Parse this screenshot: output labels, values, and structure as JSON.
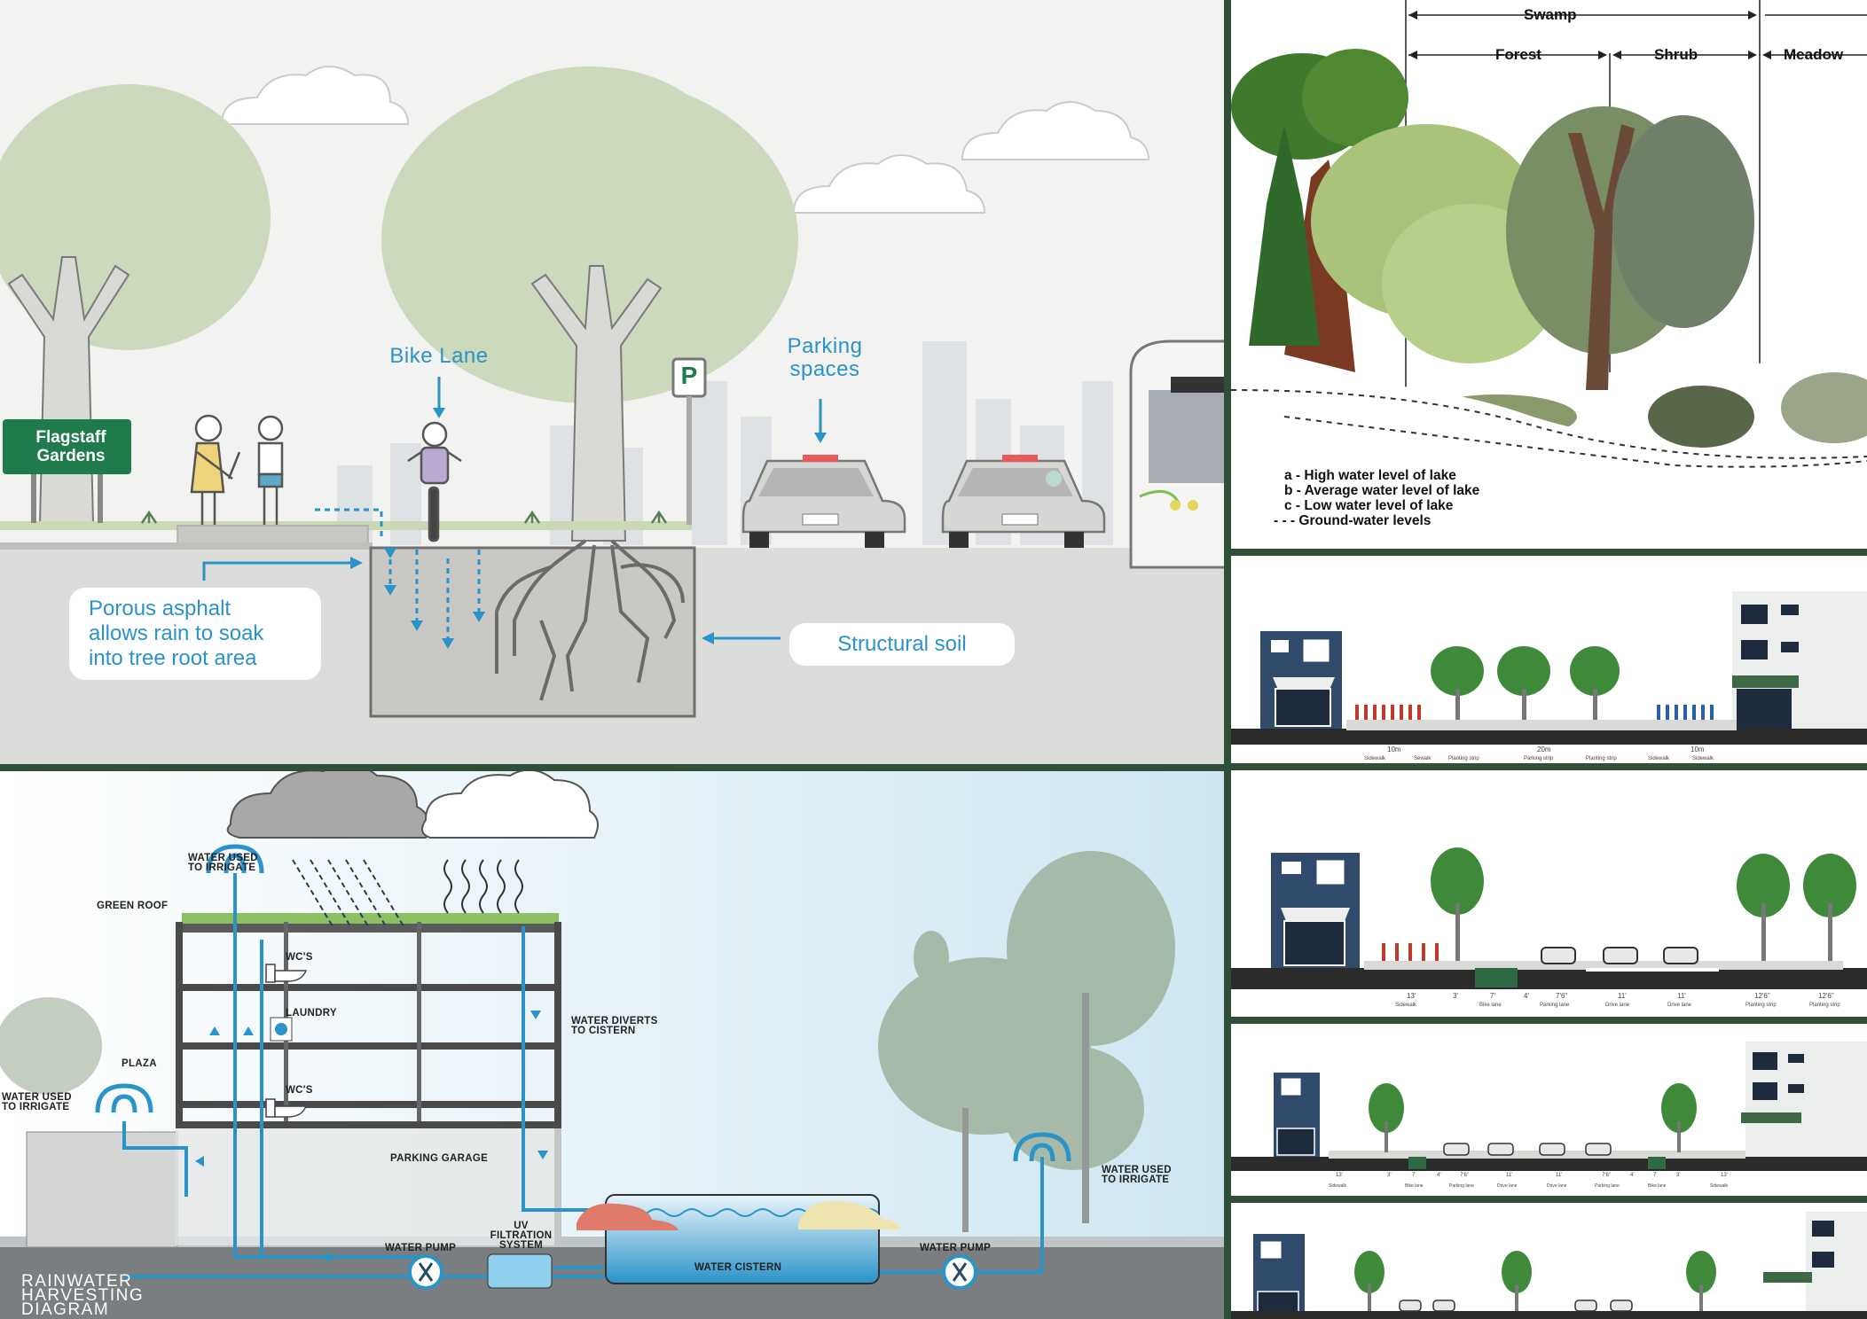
{
  "soil_panel": {
    "sign": "Flagstaff\nGardens",
    "parking_sign": "P",
    "bike_lane": "Bike Lane",
    "parking_spaces": "Parking\nspaces",
    "porous_asphalt": "Porous asphalt\nallows rain to soak\ninto tree root area",
    "structural_soil": "Structural soil"
  },
  "swamp_panel": {
    "swamp": "Swamp",
    "forest": "Forest",
    "shrub": "Shrub",
    "meadow": "Meadow",
    "legend": [
      "a - High water level of lake",
      "b - Average water level of lake",
      "c - Low water level of lake",
      "- - -  Ground-water levels"
    ]
  },
  "rain_panel": {
    "title": "RAINWATER\nHARVESTING\nDIAGRAM",
    "water_used_top": "WATER USED\nTO IRRIGATE",
    "green_roof": "GREEN ROOF",
    "wcs_top": "WC'S",
    "laundry": "LAUNDRY",
    "wcs_bottom": "WC'S",
    "plaza": "PLAZA",
    "water_used_left": "WATER USED\nTO IRRIGATE",
    "parking_garage": "PARKING GARAGE",
    "water_diverts": "WATER DIVERTS\nTO CISTERN",
    "water_pump_left": "WATER PUMP",
    "uv_filtration": "UV\nFILTRATION\nSYSTEM",
    "water_cistern": "WATER CISTERN",
    "water_pump_right": "WATER PUMP",
    "water_used_right": "WATER USED\nTO IRRIGATE"
  },
  "street_sections": {
    "s1_dims": [
      "10m",
      "20m",
      "10m"
    ],
    "s1_labels": [
      "Sidewalk",
      "Sewalk",
      "Planting strip",
      "Parking strip",
      "Planting strip",
      "Sidewalk",
      "Sidewalk"
    ],
    "s2_dims": [
      "13'",
      "3'",
      "7'",
      "4'",
      "7'6\"",
      "11'",
      "11'",
      "12'6\"",
      "12'6\""
    ],
    "s2_labels": [
      "Sidewalk",
      "Bike lane",
      "Parking lane",
      "Drive lane",
      "Drive lane",
      "Planting strip",
      "Planting strip"
    ],
    "s3_dims": [
      "13'",
      "3'",
      "7'",
      "4'",
      "7'6\"",
      "11'",
      "11'",
      "7'6\"",
      "4'",
      "7'",
      "3'",
      "13'"
    ],
    "s3_labels": [
      "Sidewalk",
      "Bike lane",
      "Parking lane",
      "Drive lane",
      "Drive lane",
      "Parking lane",
      "Bike lane",
      "Sidewalk"
    ]
  },
  "colors": {
    "accent_blue": "#2a93c8",
    "tree_green": "#cdd9bd",
    "sign_green": "#1f7a4c",
    "divider": "#2f4f38",
    "building_navy": "#2f4a6b"
  }
}
